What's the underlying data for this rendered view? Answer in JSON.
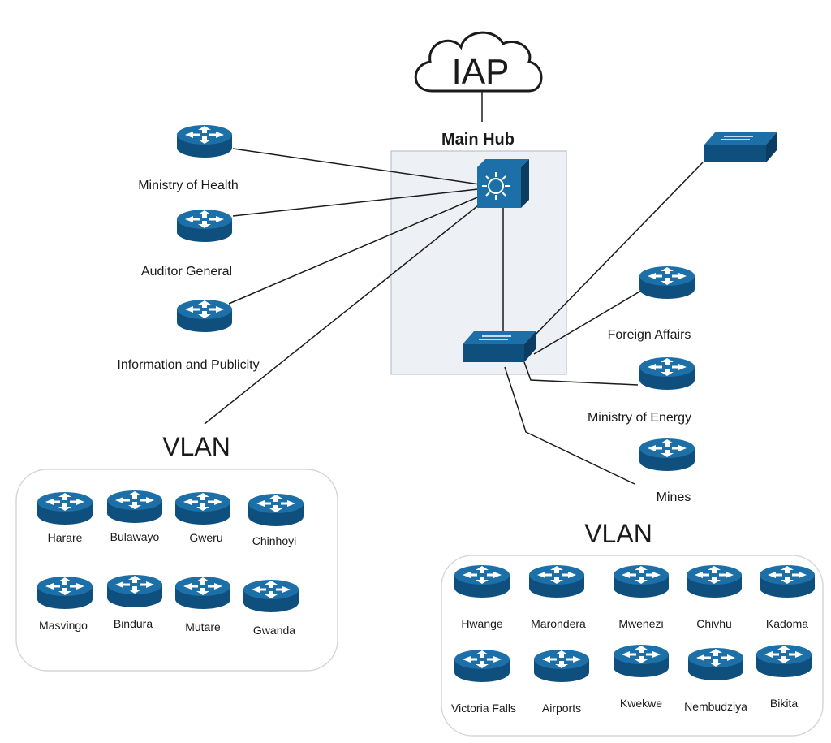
{
  "cloud": {
    "label": "IAP"
  },
  "hub": {
    "title": "Main Hub"
  },
  "left_routers": [
    {
      "label": "Ministry of Health"
    },
    {
      "label": "Auditor General"
    },
    {
      "label": "Information and Publicity"
    }
  ],
  "right_routers": [
    {
      "label": "Foreign Affairs"
    },
    {
      "label": "Ministry of Energy"
    },
    {
      "label": "Mines"
    }
  ],
  "vlan_left": {
    "title": "VLAN",
    "nodes": [
      "Harare",
      "Bulawayo",
      "Gweru",
      "Chinhoyi",
      "Masvingo",
      "Bindura",
      "Mutare",
      "Gwanda"
    ]
  },
  "vlan_right": {
    "title": "VLAN",
    "nodes": [
      "Hwange",
      "Marondera",
      "Mwenezi",
      "Chivhu",
      "Kadoma",
      "Victoria Falls",
      "Airports",
      "Kwekwe",
      "Nembudziya",
      "Bikita"
    ]
  },
  "colors": {
    "device_top": "#1d6fa8",
    "device_side": "#0f4f7e",
    "hub_area": "#edf0f4",
    "link": "#1b1b1b"
  },
  "icons": {
    "cloud": "cloud-icon",
    "router": "router-icon",
    "switch": "switch-icon",
    "multilayer_switch": "multilayer-switch-icon"
  }
}
